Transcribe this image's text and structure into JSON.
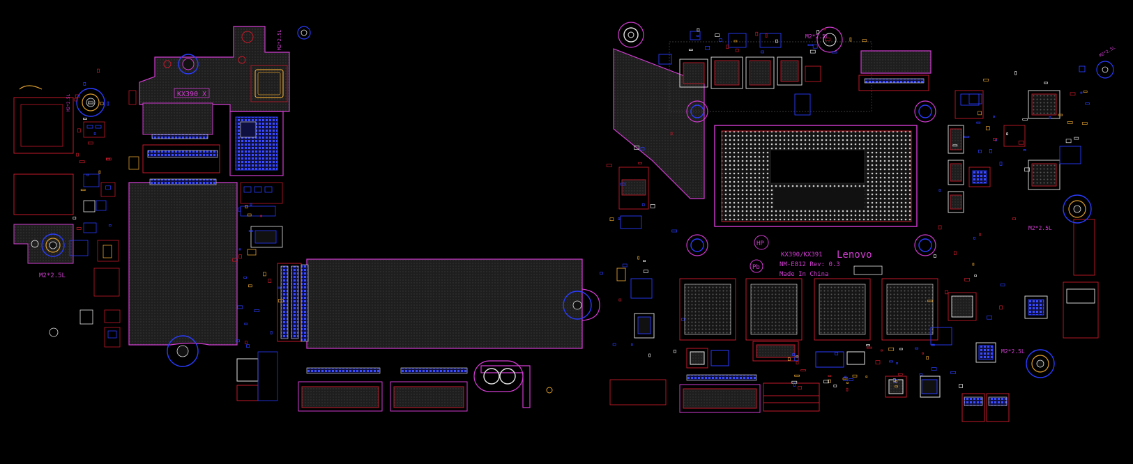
{
  "viewer": {
    "title": "Boardview",
    "colors": {
      "background": "#000000",
      "outline": "#d23cd2",
      "component": "#c41a2a",
      "pad": "#2a3cff",
      "pin": "#e6e6e6",
      "copper_fill": "#2a2a2a",
      "label": "#d23cd2",
      "refdes": "#3fd0d0",
      "accent": "#e0a030"
    }
  },
  "board": {
    "labels": {
      "left_board_id": "KX390 X",
      "model": "KX390/KX391",
      "board_number": "NM-E812 Rev: 0.3",
      "origin": "Made In China",
      "brand": "Lenovo",
      "maker_logo": "HP",
      "screw_1": "M2*2.5L",
      "screw_2": "M2*2.5L",
      "screw_3": "M2*2.5L",
      "screw_4": "M2*2.5L",
      "screw_5": "M2*2.5L",
      "screw_6": "M2*2.5L"
    }
  }
}
